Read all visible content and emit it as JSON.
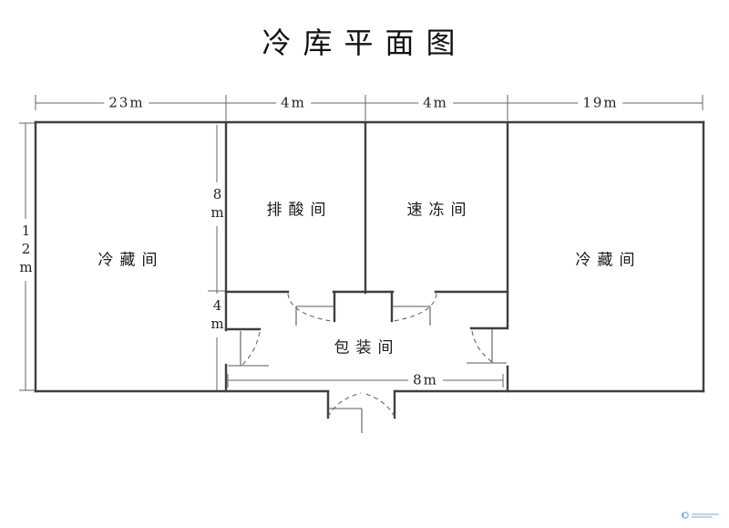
{
  "title": "冷库平面图",
  "rooms": {
    "left_cold_storage": "冷藏间",
    "deacidification": "排酸间",
    "quick_freezing": "速冻间",
    "right_cold_storage": "冷藏间",
    "packaging": "包装间"
  },
  "dimensions": {
    "top_left_width": "23m",
    "deacid_width": "4m",
    "freeze_width": "4m",
    "top_right_width": "19m",
    "left_height": "12m",
    "upper_room_height": "8m",
    "lower_room_height": "4m",
    "packaging_width": "8m"
  },
  "colors": {
    "wall": "#3f3f3f",
    "thin_line": "#5a5a5a",
    "dashed_line": "#666666",
    "text": "#1a1a1a",
    "watermark": "#8fb0d8"
  }
}
